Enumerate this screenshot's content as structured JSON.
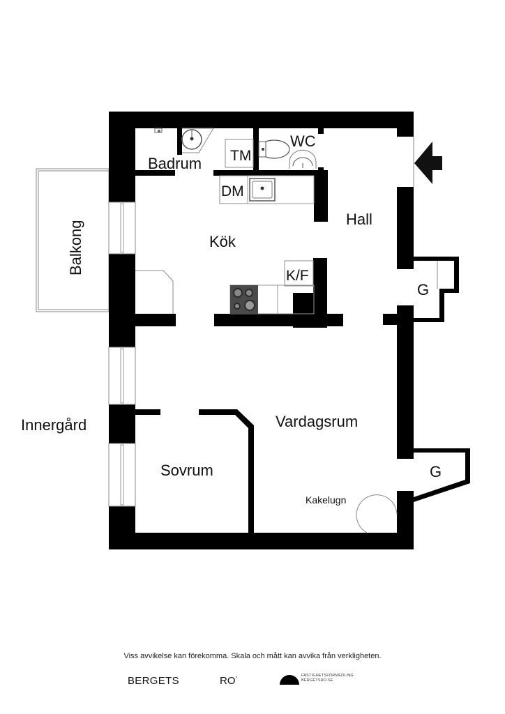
{
  "rooms": {
    "badrum": "Badrum",
    "wc": "WC",
    "tm": "TM",
    "dm": "DM",
    "kok": "Kök",
    "hall": "Hall",
    "kf": "K/F",
    "g_upper": "G",
    "g_lower": "G",
    "balkong": "Balkong",
    "vardagsrum": "Vardagsrum",
    "sovrum": "Sovrum",
    "kakelugn": "Kakelugn",
    "innergard": "Innergård"
  },
  "footer": {
    "disclaimer": "Viss avvikelse kan förekomma. Skala och mått kan avvika från verkligheten.",
    "brand_left": "BERGETS",
    "brand_mid": "RO",
    "brand_mid_sup": "°",
    "brand_right_line1": "FASTIGHETSFÖRMEDLING",
    "brand_right_line2": "BERGETSRO.SE"
  },
  "icons": {
    "entrance": "entrance-arrow-icon",
    "stove": "stove-icon",
    "sink": "sink-icon",
    "toilet": "toilet-icon",
    "washbasin": "washbasin-icon",
    "tiled_stove": "tiled-stove-icon"
  }
}
